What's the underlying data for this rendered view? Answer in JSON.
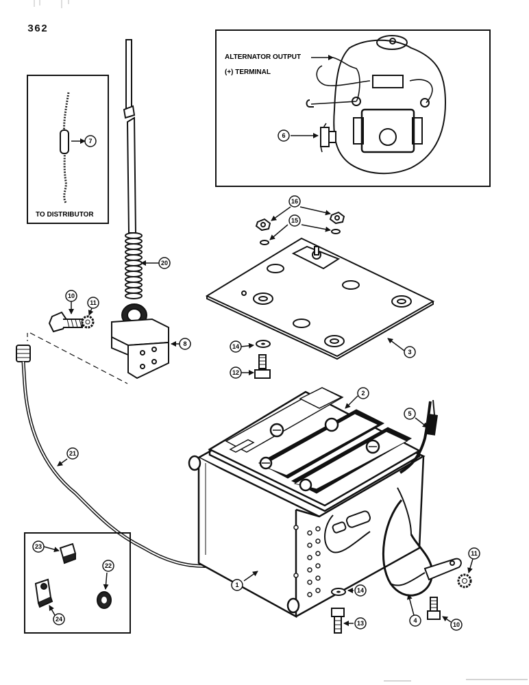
{
  "page": {
    "number": "362"
  },
  "insets": {
    "distributor": {
      "caption": "TO DISTRIBUTOR"
    },
    "alternator": {
      "line1": "ALTERNATOR OUTPUT",
      "line2": "(+) TERMINAL"
    }
  },
  "callouts": {
    "c1": "1",
    "c2": "2",
    "c3": "3",
    "c4": "4",
    "c5": "5",
    "c6": "6",
    "c7": "7",
    "c8": "8",
    "c10a": "10",
    "c10b": "10",
    "c11a": "11",
    "c11b": "11",
    "c12": "12",
    "c13": "13",
    "c14a": "14",
    "c14b": "14",
    "c15": "15",
    "c16": "16",
    "c20": "20",
    "c21": "21",
    "c22": "22",
    "c23": "23",
    "c24": "24"
  }
}
